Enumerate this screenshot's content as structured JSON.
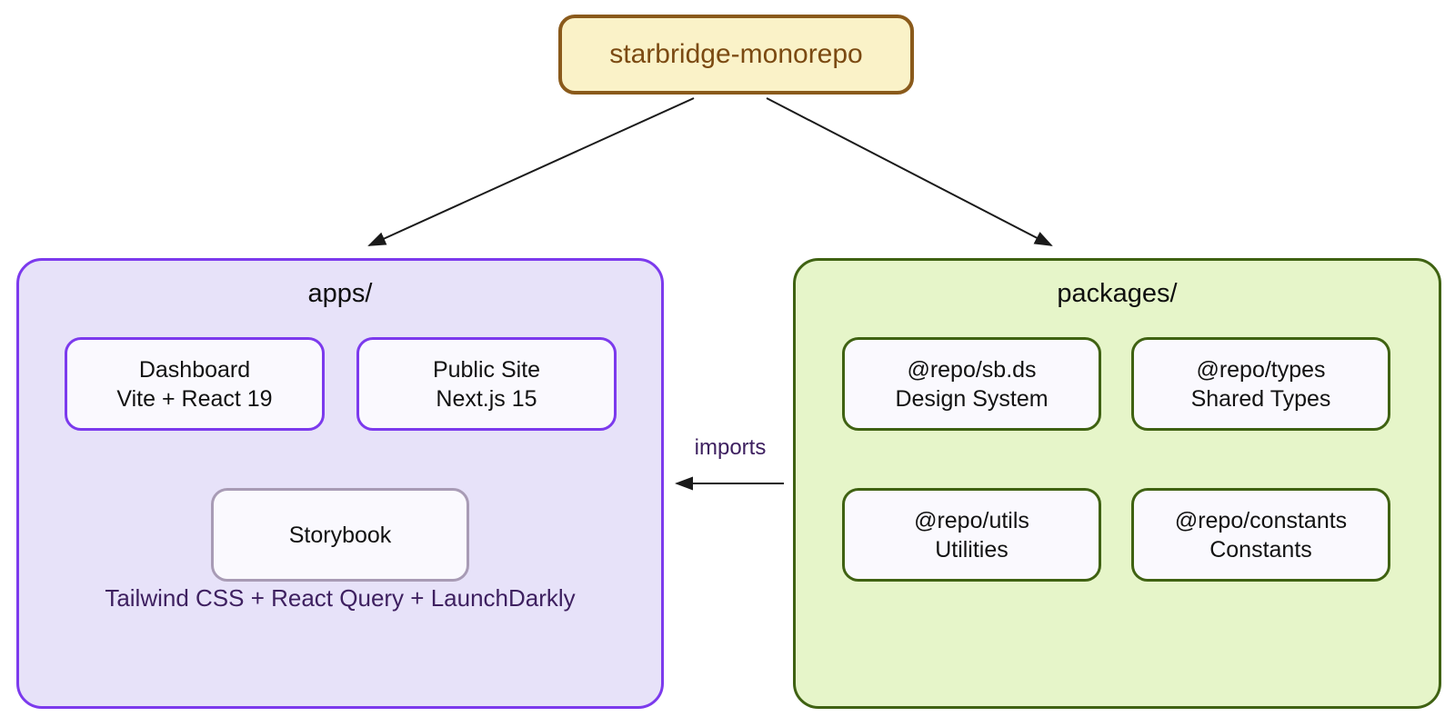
{
  "diagram": {
    "root": {
      "label": "starbridge-monorepo"
    },
    "apps": {
      "title": "apps/",
      "nodes": {
        "dashboard": {
          "line1": "Dashboard",
          "line2": "Vite + React 19"
        },
        "public_site": {
          "line1": "Public Site",
          "line2": "Next.js 15"
        },
        "storybook": {
          "line1": "Storybook",
          "line2": ""
        }
      },
      "footnote": "Tailwind CSS + React Query + LaunchDarkly"
    },
    "packages": {
      "title": "packages/",
      "nodes": {
        "design_system": {
          "line1": "@repo/sb.ds",
          "line2": "Design System"
        },
        "shared_types": {
          "line1": "@repo/types",
          "line2": "Shared Types"
        },
        "utilities": {
          "line1": "@repo/utils",
          "line2": "Utilities"
        },
        "constants": {
          "line1": "@repo/constants",
          "line2": "Constants"
        }
      }
    },
    "edges": {
      "imports_label": "imports"
    },
    "colors": {
      "root_fill": "#faf2c8",
      "root_border": "#8a5a1b",
      "root_text": "#7b4a12",
      "apps_fill": "#e7e2f9",
      "apps_border": "#7c3aed",
      "packages_fill": "#e6f5c9",
      "packages_border": "#3f6212",
      "inner_node_fill": "#faf9fe",
      "storybook_border": "#a89bb5",
      "accent_text": "#3e2060",
      "arrow": "#1a1a1a"
    }
  }
}
